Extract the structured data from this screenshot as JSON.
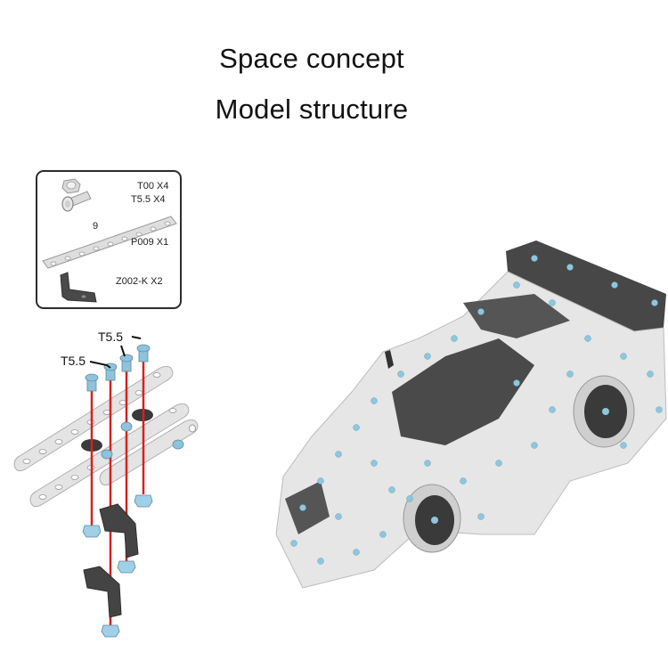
{
  "header": {
    "line1": "Space concept",
    "line2": "Model structure"
  },
  "parts_list": {
    "items": [
      {
        "code": "T00",
        "qty": "X4",
        "label": "T00 X4",
        "icon": "nut-icon"
      },
      {
        "code": "T5.5",
        "qty": "X4",
        "label": "T5.5 X4",
        "icon": "screw-icon"
      },
      {
        "code": "P009",
        "qty": "X1",
        "label": "P009 X1",
        "icon": "flat-strip-icon"
      },
      {
        "code": "Z002-K",
        "qty": "X2",
        "label": "Z002-K X2",
        "icon": "angle-bracket-icon"
      }
    ],
    "hole_count": "9"
  },
  "assembly_diagram": {
    "callouts": [
      "T5.5",
      "T5.5"
    ],
    "guide_line_color": "#d62020",
    "screw_color": "#8fc3dc",
    "strip_color": "#e6e6e6",
    "bracket_color": "#3f3f3f"
  },
  "model": {
    "subject": "metal construction race car",
    "panel_light": "#e8e8e8",
    "panel_dark": "#474747",
    "bolt_color": "#8ec7dd"
  }
}
